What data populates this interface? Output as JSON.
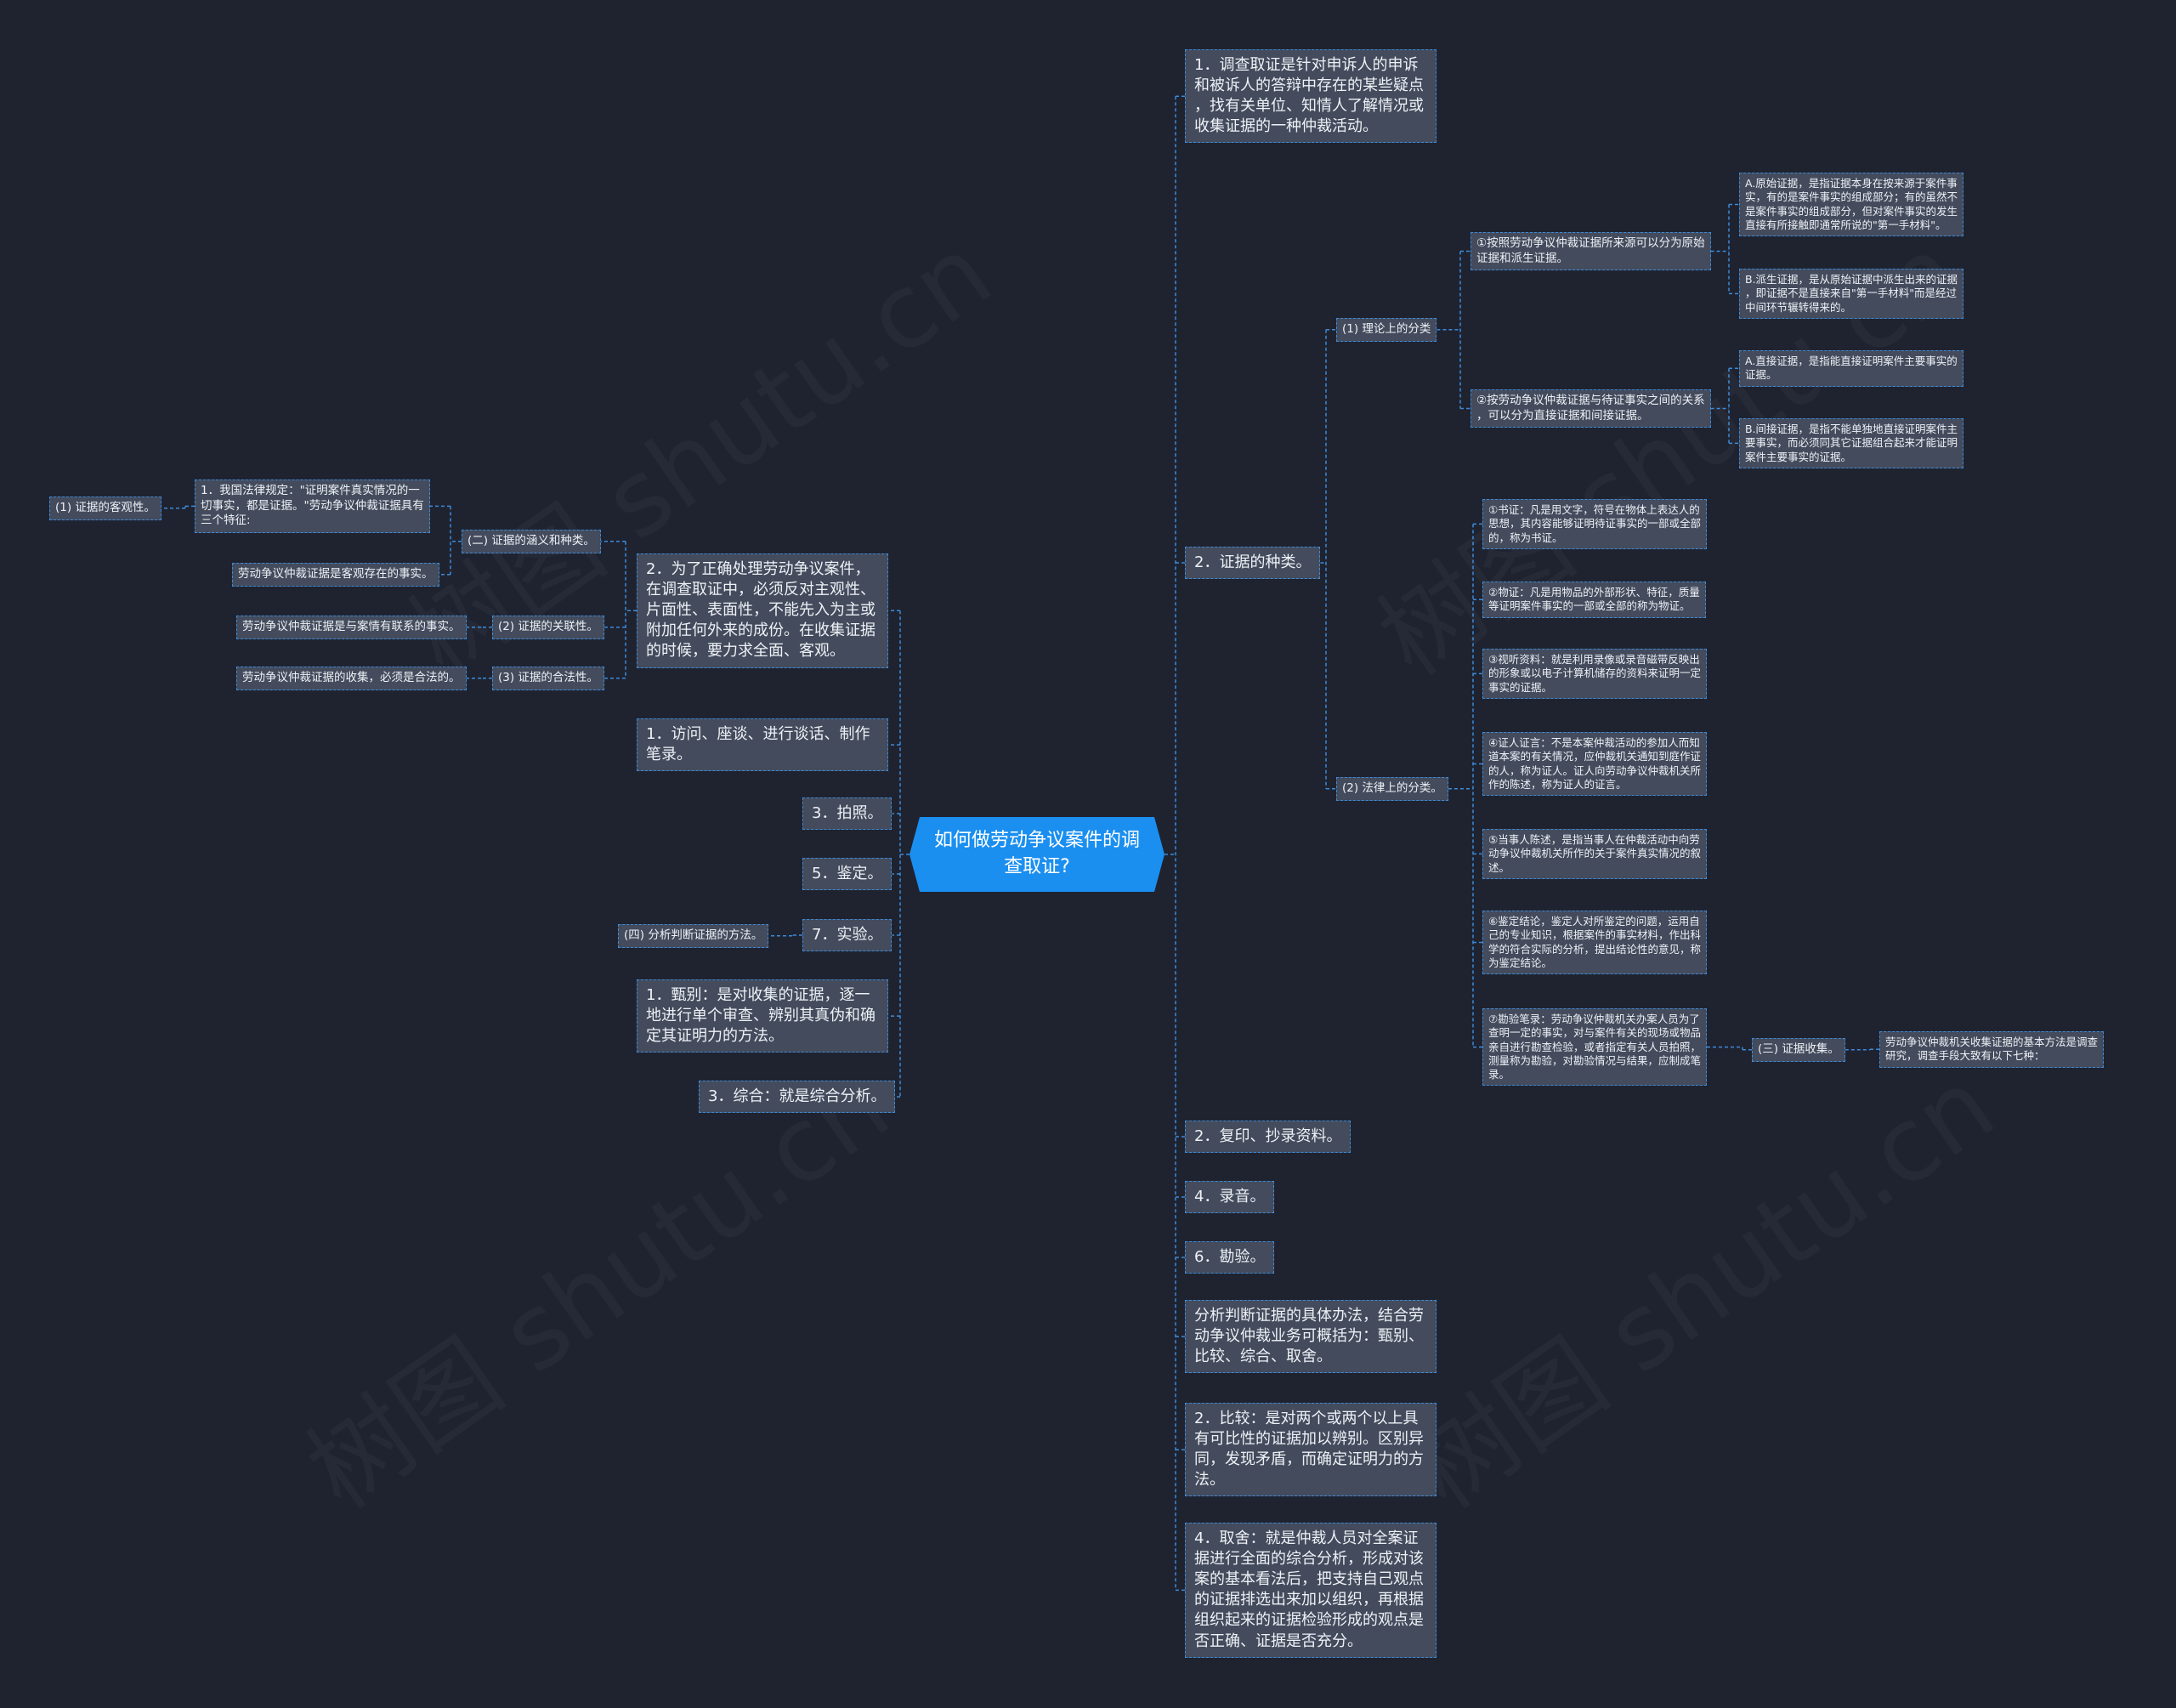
{
  "watermark": "树图 shutu.cn",
  "root": "如何做劳动争议案件的调\n查取证?",
  "nodes": {
    "r1": "1．调查取证是针对申诉人的申诉\n和被诉人的答辩中存在的某些疑点\n，找有关单位、知情人了解情况或\n收集证据的一种仲裁活动。",
    "r2": "2．证据的种类。",
    "t1": "(1) 理论上的分类",
    "t1a": "①按照劳动争议仲裁证据所来源可以分为原始\n证据和派生证据。",
    "t1aA": "A.原始证据，是指证据本身在按来源于案件事\n实，有的是案件事实的组成部分；有的虽然不\n是案件事实的组成部分，但对案件事实的发生\n直接有所接触即通常所说的\"第一手材料\"。",
    "t1aB": "B.派生证据，是从原始证据中派生出来的证据\n，即证据不是直接来自\"第一手材料\"而是经过\n中间环节辗转得来的。",
    "t1b": "②按劳动争议仲裁证据与待证事实之间的关系\n，可以分为直接证据和间接证据。",
    "t1bA": "A.直接证据，是指能直接证明案件主要事实的\n证据。",
    "t1bB": "B.间接证据，是指不能单独地直接证明案件主\n要事实，而必须同其它证据组合起来才能证明\n案件主要事实的证据。",
    "t2": "(2) 法律上的分类。",
    "t2_1": "①书证：凡是用文字，符号在物体上表达人的\n思想，其内容能够证明待证事实的一部或全部\n的，称为书证。",
    "t2_2": "②物证：凡是用物品的外部形状、特征，质量\n等证明案件事实的一部或全部的称为物证。",
    "t2_3": "③视听资料：就是利用录像或录音磁带反映出\n的形象或以电子计算机储存的资料来证明一定\n事实的证据。",
    "t2_4": "④证人证言：不是本案仲裁活动的参加人而知\n道本案的有关情况，应仲裁机关通知到庭作证\n的人，称为证人。证人向劳动争议仲裁机关所\n作的陈述，称为证人的证言。",
    "t2_5": "⑤当事人陈述，是指当事人在仲裁活动中向劳\n动争议仲裁机关所作的关于案件真实情况的叙\n述。",
    "t2_6": "⑥鉴定结论，鉴定人对所鉴定的问题，运用自\n己的专业知识，根据案件的事实材料，作出科\n学的符合实际的分析，提出结论性的意见，称\n为鉴定结论。",
    "t2_7": "⑦勘验笔录：劳动争议仲裁机关办案人员为了\n查明一定的事实，对与案件有关的现场或物品\n亲自进行勘查检验，或者指定有关人员拍照，\n测量称为勘验，对勘验情况与结果，应制成笔\n录。",
    "t3": "(三) 证据收集。",
    "t3a": "劳动争议仲裁机关收集证据的基本方法是调查\n研究，调查手段大致有以下七种：",
    "r3": "2．复印、抄录资料。",
    "r4": "4．录音。",
    "r5": "6．勘验。",
    "r6": "分析判断证据的具体办法，结合劳\n动争议仲裁业务可概括为：甄别、\n比较、综合、取舍。",
    "r7": "2．比较：是对两个或两个以上具\n有可比性的证据加以辨别。区别异\n同，发现矛盾，而确定证明力的方\n法。",
    "r8": "4．取舍：就是仲裁人员对全案证\n据进行全面的综合分析，形成对该\n案的基本看法后，把支持自己观点\n的证据排选出来加以组织，再根据\n组织起来的证据检验形成的观点是\n否正确、证据是否充分。",
    "l1": "2．为了正确处理劳动争议案件，\n在调查取证中，必须反对主观性、\n片面性、表面性，不能先入为主或\n附加任何外来的成份。在收集证据\n的时候，要力求全面、客观。",
    "l1a": "(二) 证据的涵义和种类。",
    "l1a1": "1．我国法律规定：\"证明案件真实情况的一\n切事实，都是证据。\"劳动争议仲裁证据具有\n三个特征:",
    "l1a1a": "(1) 证据的客观性。",
    "l1a2": "劳动争议仲裁证据是客观存在的事实。",
    "l1b": "(2) 证据的关联性。",
    "l1b1": "劳动争议仲裁证据是与案情有联系的事实。",
    "l1c": "(3) 证据的合法性。",
    "l1c1": "劳动争议仲裁证据的收集，必须是合法的。",
    "l2": "1．访问、座谈、进行谈话、制作\n笔录。",
    "l3": "3．拍照。",
    "l4": "5．鉴定。",
    "l5": "7．实验。",
    "l5a": "(四) 分析判断证据的方法。",
    "l6": "1．甄别：是对收集的证据，逐一\n地进行单个审查、辨别其真伪和确\n定其证明力的方法。",
    "l7": "3．综合：就是综合分析。"
  }
}
